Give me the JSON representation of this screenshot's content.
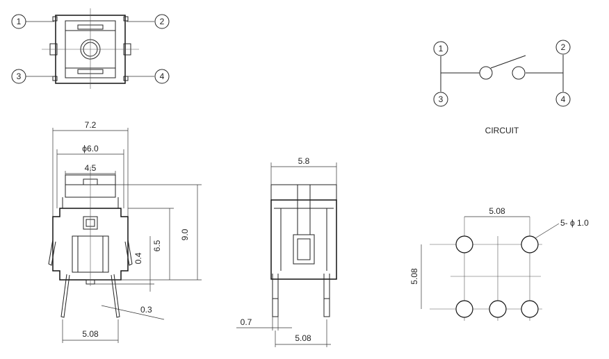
{
  "pin_labels": {
    "top_view": [
      "1",
      "2",
      "3",
      "4"
    ],
    "circuit": [
      "1",
      "2",
      "3",
      "4"
    ]
  },
  "circuit": {
    "label": "CIRCUIT"
  },
  "front_view": {
    "width": "7.2",
    "cap_diameter": "ϕ6.0",
    "cap_width": "4.5",
    "height_total": "9.0",
    "height_body": "6.5",
    "standoff": "0.4",
    "lead_thickness": "0.3",
    "pitch": "5.08"
  },
  "side_view": {
    "width": "5.8",
    "lead_width": "0.7",
    "pitch": "5.08"
  },
  "pcb_layout": {
    "pitch_x": "5.08",
    "pitch_y": "5.08",
    "holes": "5- ϕ 1.0"
  }
}
